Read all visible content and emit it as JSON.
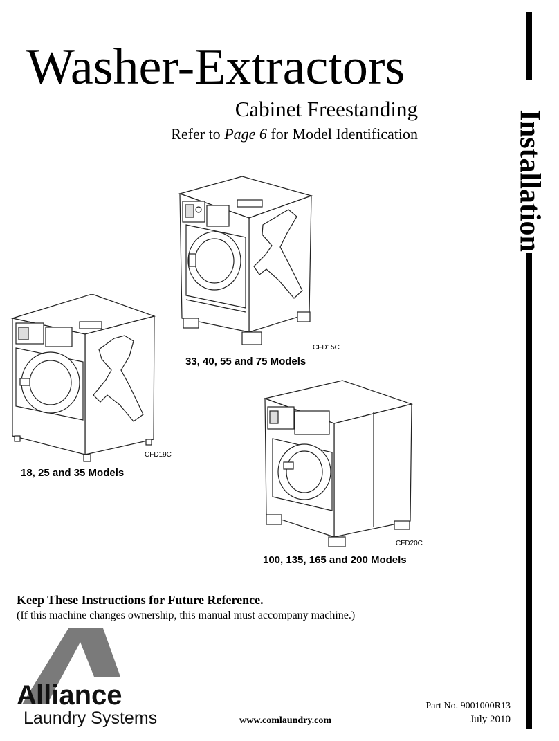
{
  "header": {
    "title": "Washer-Extractors",
    "subtitle": "Cabinet Freestanding",
    "refer_prefix": "Refer to ",
    "refer_page": "Page 6",
    "refer_suffix": " for Model Identification"
  },
  "side_label": "Installation",
  "figures": [
    {
      "code": "CFD15C",
      "caption": "33, 40, 55 and 75 Models"
    },
    {
      "code": "CFD19C",
      "caption": "18, 25 and 35 Models"
    },
    {
      "code": "CFD20C",
      "caption": "100, 135, 165 and 200 Models"
    }
  ],
  "notice": {
    "heading": "Keep These Instructions for Future Reference.",
    "note": "(If this machine changes ownership, this manual must accompany machine.)"
  },
  "footer": {
    "website": "www.comlaundry.com",
    "part_number": "Part No. 9001000R13",
    "date": "July 2010"
  },
  "logo": {
    "wordmark": "lliance",
    "tagline": "Laundry Systems",
    "color": "#7a7a7a"
  }
}
